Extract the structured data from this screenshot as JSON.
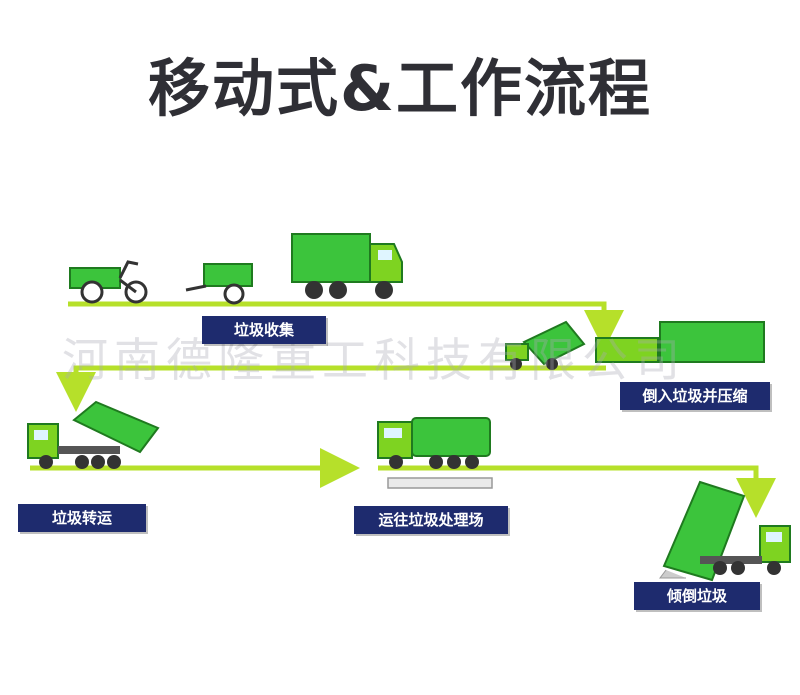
{
  "title": "移动式&工作流程",
  "watermark": "河南德隆重工科技有限公司",
  "steps": [
    {
      "label": "垃圾收集"
    },
    {
      "label": "倒入垃圾并压缩"
    },
    {
      "label": "垃圾转运"
    },
    {
      "label": "运往垃圾处理场"
    },
    {
      "label": "倾倒垃圾"
    }
  ],
  "colors": {
    "truck_green": "#3cc43c",
    "arrow": "#b6e02a",
    "label_bg": "#1e2b6e",
    "title": "#2f2f35"
  }
}
